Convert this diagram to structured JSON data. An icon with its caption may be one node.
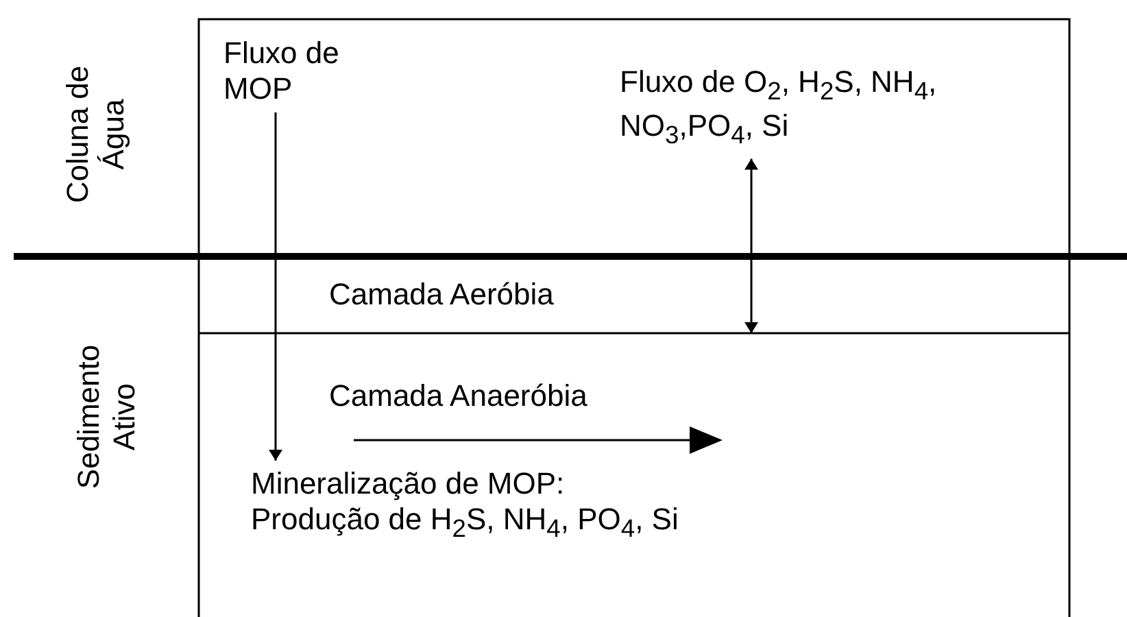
{
  "diagram": {
    "nodes": [
      {
        "text": [
          "Fluxo de MOP"
        ]
      },
      {
        "text": [
          "Fluxo de O$_{2}$, H$_{2}$S, NH$_{4}$, NO$_{3}$,PO$_{4}$, Si"
        ]
      },
      {
        "text": [
          "Camada Aeróbia"
        ]
      },
      {
        "text": [
          "Camada Anaeróbia"
        ]
      },
      {
        "text": [
          "Mineralização de MOP: Produção de H$_{2}$S, NH$_{4}$, PO$_{4}$, Si"
        ]
      }
    ],
    "edges": [
      {
        "from": 0,
        "to": 4,
        "arrow": "to"
      },
      {
        "from": 1,
        "to": null,
        "arrow": "both"
      }
    ],
    "labels": [
      "Coluna de Água",
      "Sedimento Ativo"
    ]
  }
}
